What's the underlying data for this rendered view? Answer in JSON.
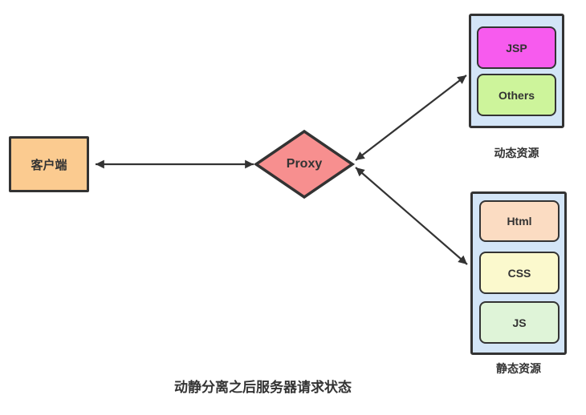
{
  "title": "动静分离之后服务器请求状态",
  "client": {
    "label": "客户端",
    "fill": "#fbcb90"
  },
  "proxy": {
    "label": "Proxy",
    "fill": "#f78f8f"
  },
  "dynamic_group": {
    "label": "动态资源",
    "fill": "#d3e5f7",
    "items": [
      {
        "label": "JSP",
        "fill": "#f75bee"
      },
      {
        "label": "Others",
        "fill": "#cdf49b"
      }
    ]
  },
  "static_group": {
    "label": "静态资源",
    "fill": "#d3e5f7",
    "items": [
      {
        "label": "Html",
        "fill": "#fbdcc2"
      },
      {
        "label": "CSS",
        "fill": "#fbf9cd"
      },
      {
        "label": "JS",
        "fill": "#dff4d8"
      }
    ]
  },
  "connections": [
    {
      "from": "客户端",
      "to": "Proxy",
      "bidirectional": true
    },
    {
      "from": "Proxy",
      "to": "动态资源",
      "bidirectional": true
    },
    {
      "from": "Proxy",
      "to": "静态资源",
      "bidirectional": true
    }
  ],
  "colors": {
    "stroke": "#333333",
    "background": "#ffffff"
  }
}
